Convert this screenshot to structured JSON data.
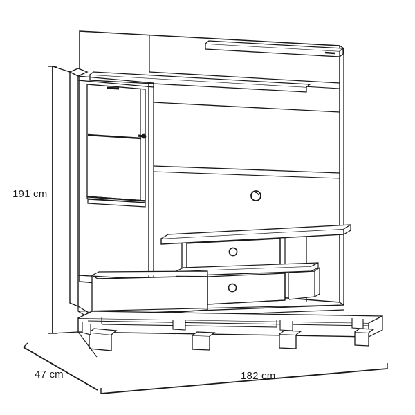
{
  "drawing": {
    "subject": "tv-wall-unit-entertainment-center",
    "view": "perspective-line-drawing",
    "line_color": "#1a1a1a",
    "fill_color": "#ffffff",
    "background": "#ffffff"
  },
  "dimensions": {
    "height": {
      "value": "191 cm",
      "axis": "vertical",
      "position": "left"
    },
    "depth": {
      "value": "47 cm",
      "axis": "diagonal-depth",
      "position": "bottom-left"
    },
    "width": {
      "value": "182 cm",
      "axis": "horizontal",
      "position": "bottom"
    }
  },
  "features": {
    "back_panel": "tall-rear-panel",
    "led_light_bar": "top-led-shelf-light",
    "upper_shelf": "floating-upper-shelf",
    "glass_cabinet": "left-glass-door-cabinet",
    "cabinet_shelf": "interior-shelf",
    "cabinet_handle": "door-handle",
    "cable_grommet": "cable-pass-through-hole",
    "tv_shelf": "tv-console-top-shelf",
    "drawer_upper": "upper-drawer-with-knob",
    "drawer_lower": "lower-drawer-with-knob",
    "open_niche": "open-shelf-compartment",
    "plinth": "base-plinth",
    "legs": "support-feet"
  }
}
